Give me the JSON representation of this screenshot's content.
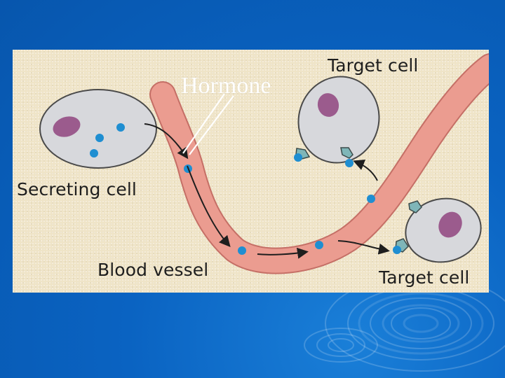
{
  "slide": {
    "background_color": "#0a63c2",
    "panel_color": "#efe4c7"
  },
  "diagram": {
    "labels": {
      "secreting_cell": "Secreting cell",
      "blood_vessel": "Blood vessel",
      "target_cell_top": "Target cell",
      "target_cell_bottom": "Target cell",
      "hormone": "Hormone"
    },
    "colors": {
      "vessel_fill": "#eb9c90",
      "vessel_stroke": "#c56f66",
      "cell_fill": "#d7d8dc",
      "cell_stroke": "#4a4a4a",
      "nucleus": "#9b5b8d",
      "hormone": "#1f8ed1",
      "receptor": "#7fb6b8",
      "arrow": "#1e1e1e"
    }
  }
}
